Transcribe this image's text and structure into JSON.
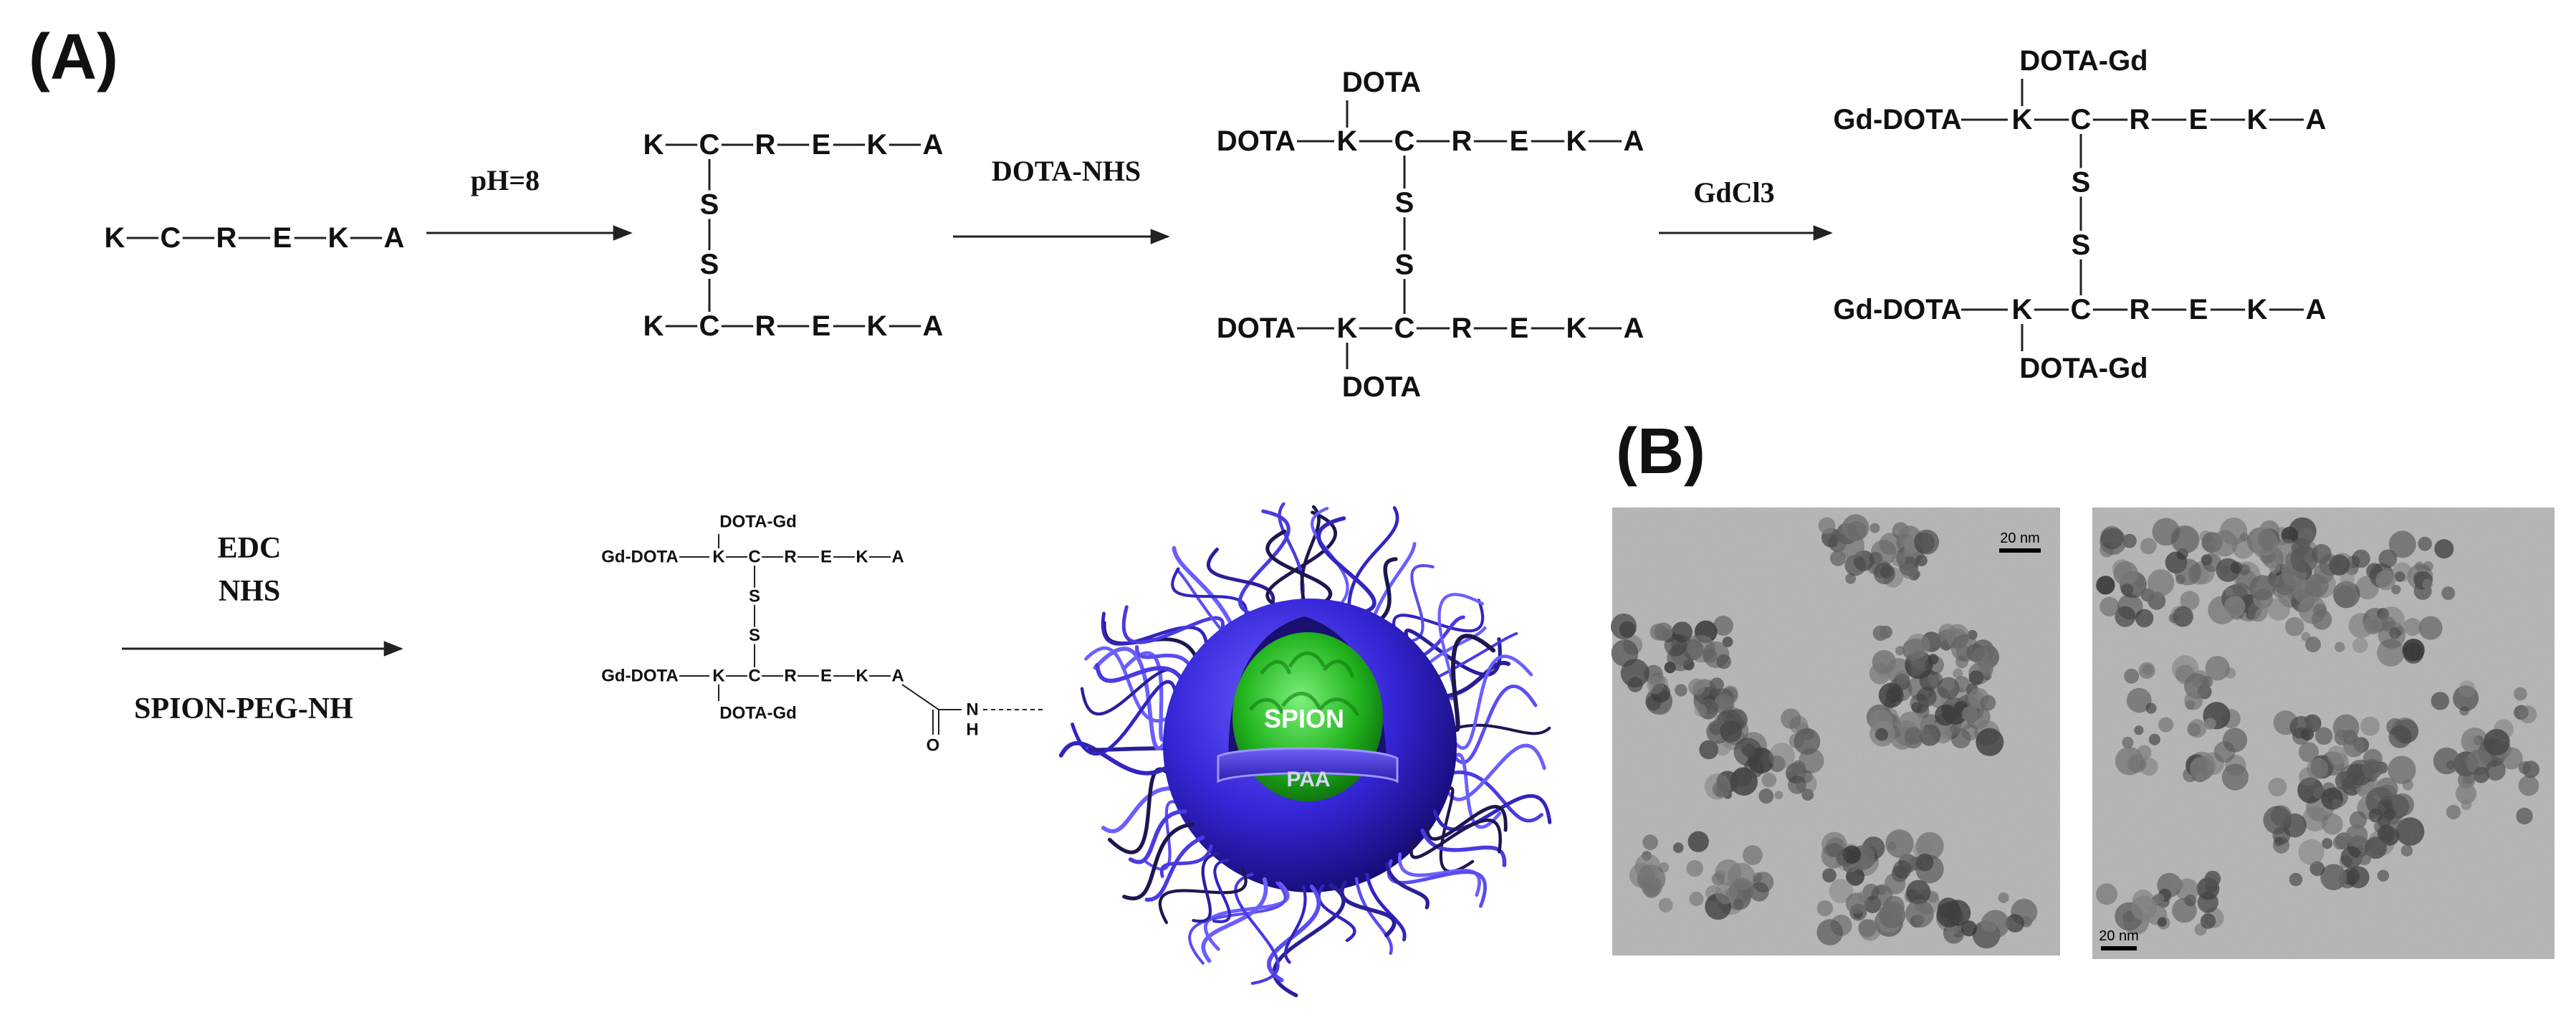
{
  "panels": {
    "a_label": "(A)",
    "b_label": "(B)"
  },
  "reagents": {
    "step1": "pH=8",
    "step2": "DOTA-NHS",
    "step3": "GdCl3",
    "step4_line1": "EDC",
    "step4_line2": "NHS",
    "step4_line3": "SPION-PEG-NH"
  },
  "peptide": [
    "K",
    "C",
    "R",
    "E",
    "K",
    "A"
  ],
  "atoms": {
    "sulfur": "S",
    "oxygen": "O",
    "nitrogen": "N",
    "hydrogen": "H"
  },
  "labels": {
    "dota": "DOTA",
    "dota_gd": "DOTA-Gd",
    "gd_dota": "Gd-DOTA"
  },
  "nanoparticle": {
    "core": "SPION",
    "shell": "PAA"
  },
  "tem": {
    "scale_left": "20 nm",
    "scale_right": "20 nm"
  },
  "colors": {
    "shell": "#3a2fd8",
    "core": "#27b52a",
    "peg": "#4a3be0"
  }
}
